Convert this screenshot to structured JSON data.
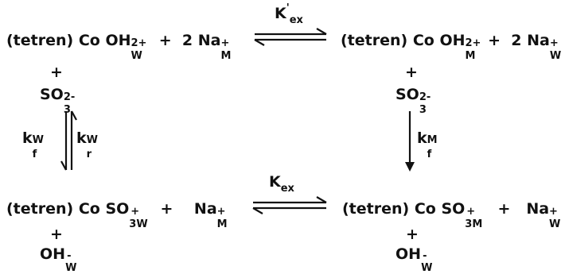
{
  "scheme": {
    "top_left": {
      "prefix": "(tetren)",
      "metal": "Co",
      "ligand": "OH",
      "ligand_sub": "W",
      "charge": "2+",
      "plus": "+",
      "coef": "2",
      "ion": "Na",
      "ion_charge": "+",
      "ion_sub": "M"
    },
    "top_right": {
      "prefix": "(tetren)",
      "metal": "Co",
      "ligand": "OH",
      "ligand_sub": "M",
      "charge": "2+",
      "plus": "+",
      "coef": "2",
      "ion": "Na",
      "ion_charge": "+",
      "ion_sub": "W"
    },
    "left_sulfite": {
      "plus": "+",
      "species": "SO",
      "sub": "3",
      "charge": "2-"
    },
    "right_sulfite": {
      "plus": "+",
      "species": "SO",
      "sub": "3",
      "charge": "2-"
    },
    "bottom_left": {
      "prefix": "(tetren)",
      "metal": "Co",
      "ligand": "SO",
      "ligand_sub": "3W",
      "charge": "+",
      "plus": "+",
      "ion": "Na",
      "ion_charge": "+",
      "ion_sub": "M"
    },
    "bottom_right": {
      "prefix": "(tetren)",
      "metal": "Co",
      "ligand": "SO",
      "ligand_sub": "3M",
      "charge": "+",
      "plus": "+",
      "ion": "Na",
      "ion_charge": "+",
      "ion_sub": "W"
    },
    "left_hydroxide": {
      "plus": "+",
      "species": "OH",
      "charge": "-",
      "sub": "W"
    },
    "right_hydroxide": {
      "plus": "+",
      "species": "OH",
      "charge": "-",
      "sub": "W"
    },
    "top_constant": {
      "symbol": "K",
      "sub": "ex",
      "prime": "'"
    },
    "bottom_constant": {
      "symbol": "K",
      "sub": "ex"
    },
    "left_forward": {
      "symbol": "k",
      "sub": "f",
      "sup": "W"
    },
    "left_reverse": {
      "symbol": "k",
      "sub": "r",
      "sup": "W"
    },
    "right_forward": {
      "symbol": "k",
      "sub": "f",
      "sup": "M"
    }
  },
  "colors": {
    "ink": "#111111",
    "background": "#ffffff"
  }
}
